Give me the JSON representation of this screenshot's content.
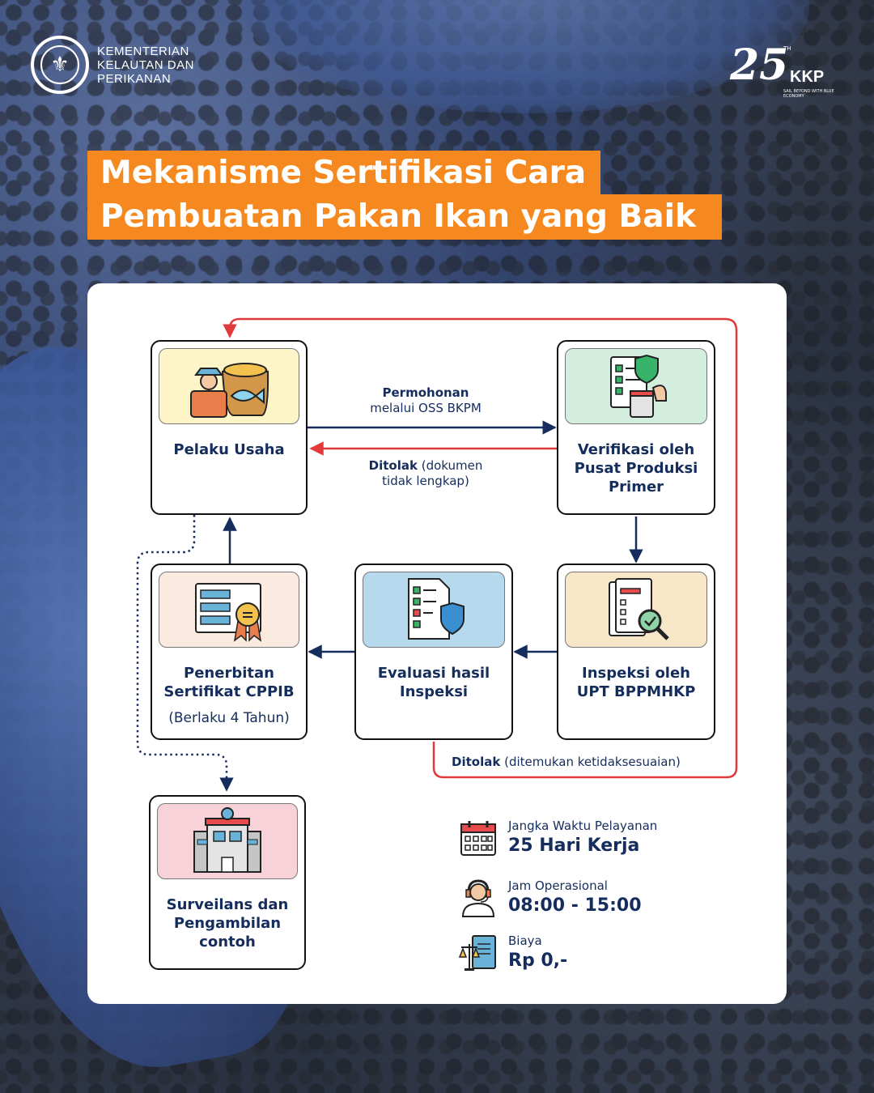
{
  "header": {
    "ministry_lines": [
      "KEMENTERIAN",
      "KELAUTAN DAN",
      "PERIKANAN"
    ],
    "anniv_number": "25",
    "anniv_th": "TH",
    "anniv_brand": "KKP",
    "anniv_tagline": "SAIL BEYOND WITH BLUE ECONOMY"
  },
  "title": {
    "line1": "Mekanisme Sertifikasi Cara",
    "line2": "Pembuatan Pakan Ikan yang Baik"
  },
  "steps": {
    "pelaku": {
      "label": "Pelaku Usaha"
    },
    "verifikasi": {
      "label_lines": [
        "Verifikasi oleh",
        "Pusat Produksi",
        "Primer"
      ]
    },
    "inspeksi": {
      "label_lines": [
        "Inspeksi oleh",
        "UPT BPPMHKP"
      ]
    },
    "evaluasi": {
      "label_lines": [
        "Evaluasi hasil",
        "Inspeksi"
      ]
    },
    "penerbitan": {
      "label_lines": [
        "Penerbitan",
        "Sertifikat CPPIB"
      ],
      "note": "(Berlaku 4 Tahun)"
    },
    "surveilans": {
      "label_lines": [
        "Surveilans dan",
        "Pengambilan",
        "contoh"
      ]
    }
  },
  "connectors": {
    "permohonan_bold": "Permohonan",
    "permohonan_rest": "melalui OSS BKPM",
    "ditolak1_bold": "Ditolak",
    "ditolak1_rest_a": "(dokumen",
    "ditolak1_rest_b": "tidak lengkap)",
    "ditolak2_bold": "Ditolak",
    "ditolak2_rest": "(ditemukan ketidaksesuaian)"
  },
  "info": [
    {
      "caption": "Jangka Waktu Pelayanan",
      "value": "25 Hari Kerja",
      "icon": "calendar-icon"
    },
    {
      "caption": "Jam Operasional",
      "value": "08:00 - 15:00",
      "icon": "customer-service-icon"
    },
    {
      "caption": "Biaya",
      "value": "Rp 0,-",
      "icon": "scale-document-icon"
    }
  ],
  "colors": {
    "orange": "#f5891f",
    "navy": "#152d5c",
    "red": "#e23a3a",
    "ill_yellow": "#fdf5c8",
    "ill_green": "#d3eedf",
    "ill_tan": "#f7e6c8",
    "ill_blue": "#b7d9ee",
    "ill_peach": "#fbeadf",
    "ill_pink": "#f7d3d9"
  }
}
